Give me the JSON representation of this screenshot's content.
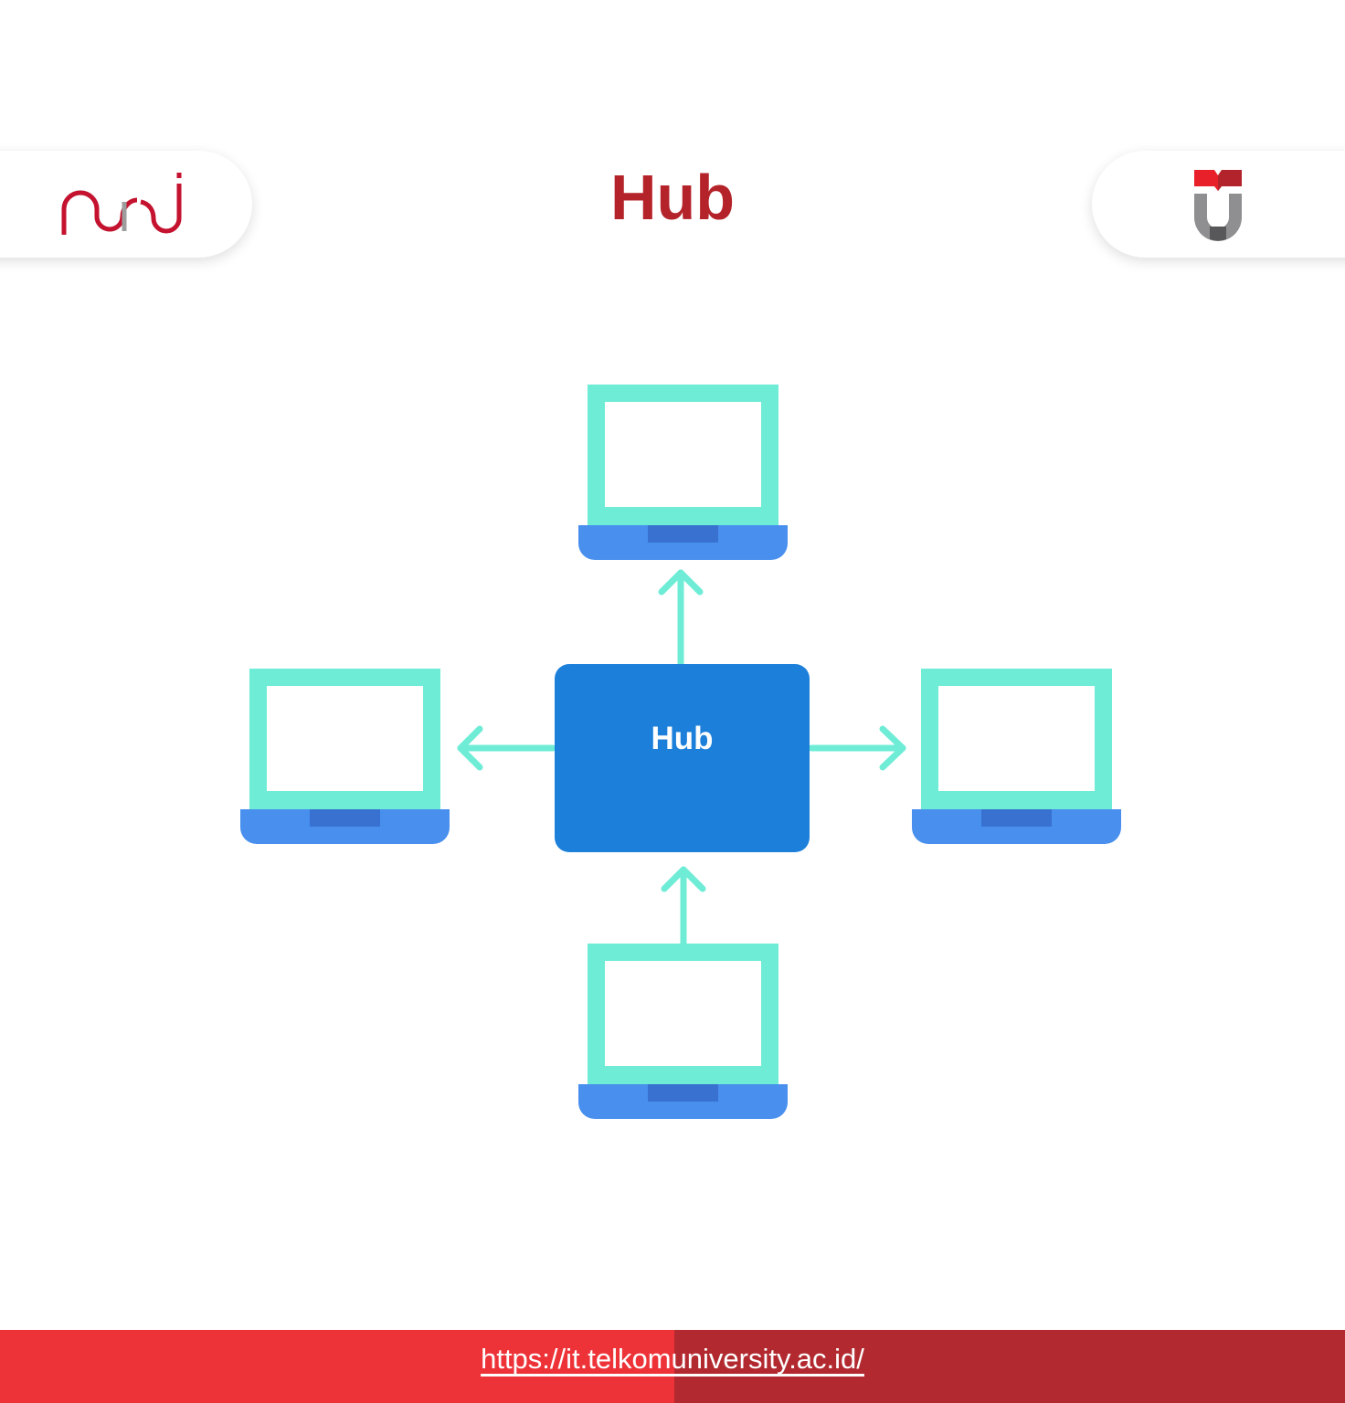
{
  "header": {
    "title": "Hub",
    "left_logo": "puti-logo",
    "right_logo": "telkom-university-logo"
  },
  "diagram": {
    "hub_label": "Hub",
    "nodes": [
      {
        "position": "top",
        "type": "laptop",
        "arrow": "from hub to node"
      },
      {
        "position": "left",
        "type": "laptop",
        "arrow": "from hub to node"
      },
      {
        "position": "right",
        "type": "laptop",
        "arrow": "from hub to node"
      },
      {
        "position": "bottom",
        "type": "laptop",
        "arrow": "from node to hub"
      }
    ],
    "colors": {
      "screen": "#6EECD6",
      "base": "#488FEE",
      "trackpad": "#3871CF",
      "hub": "#1C80DA",
      "arrow": "#6EECD6"
    }
  },
  "footer": {
    "url": "https://it.telkomuniversity.ac.id/",
    "colors": {
      "left": "#EE3338",
      "right": "#B22A30"
    }
  }
}
